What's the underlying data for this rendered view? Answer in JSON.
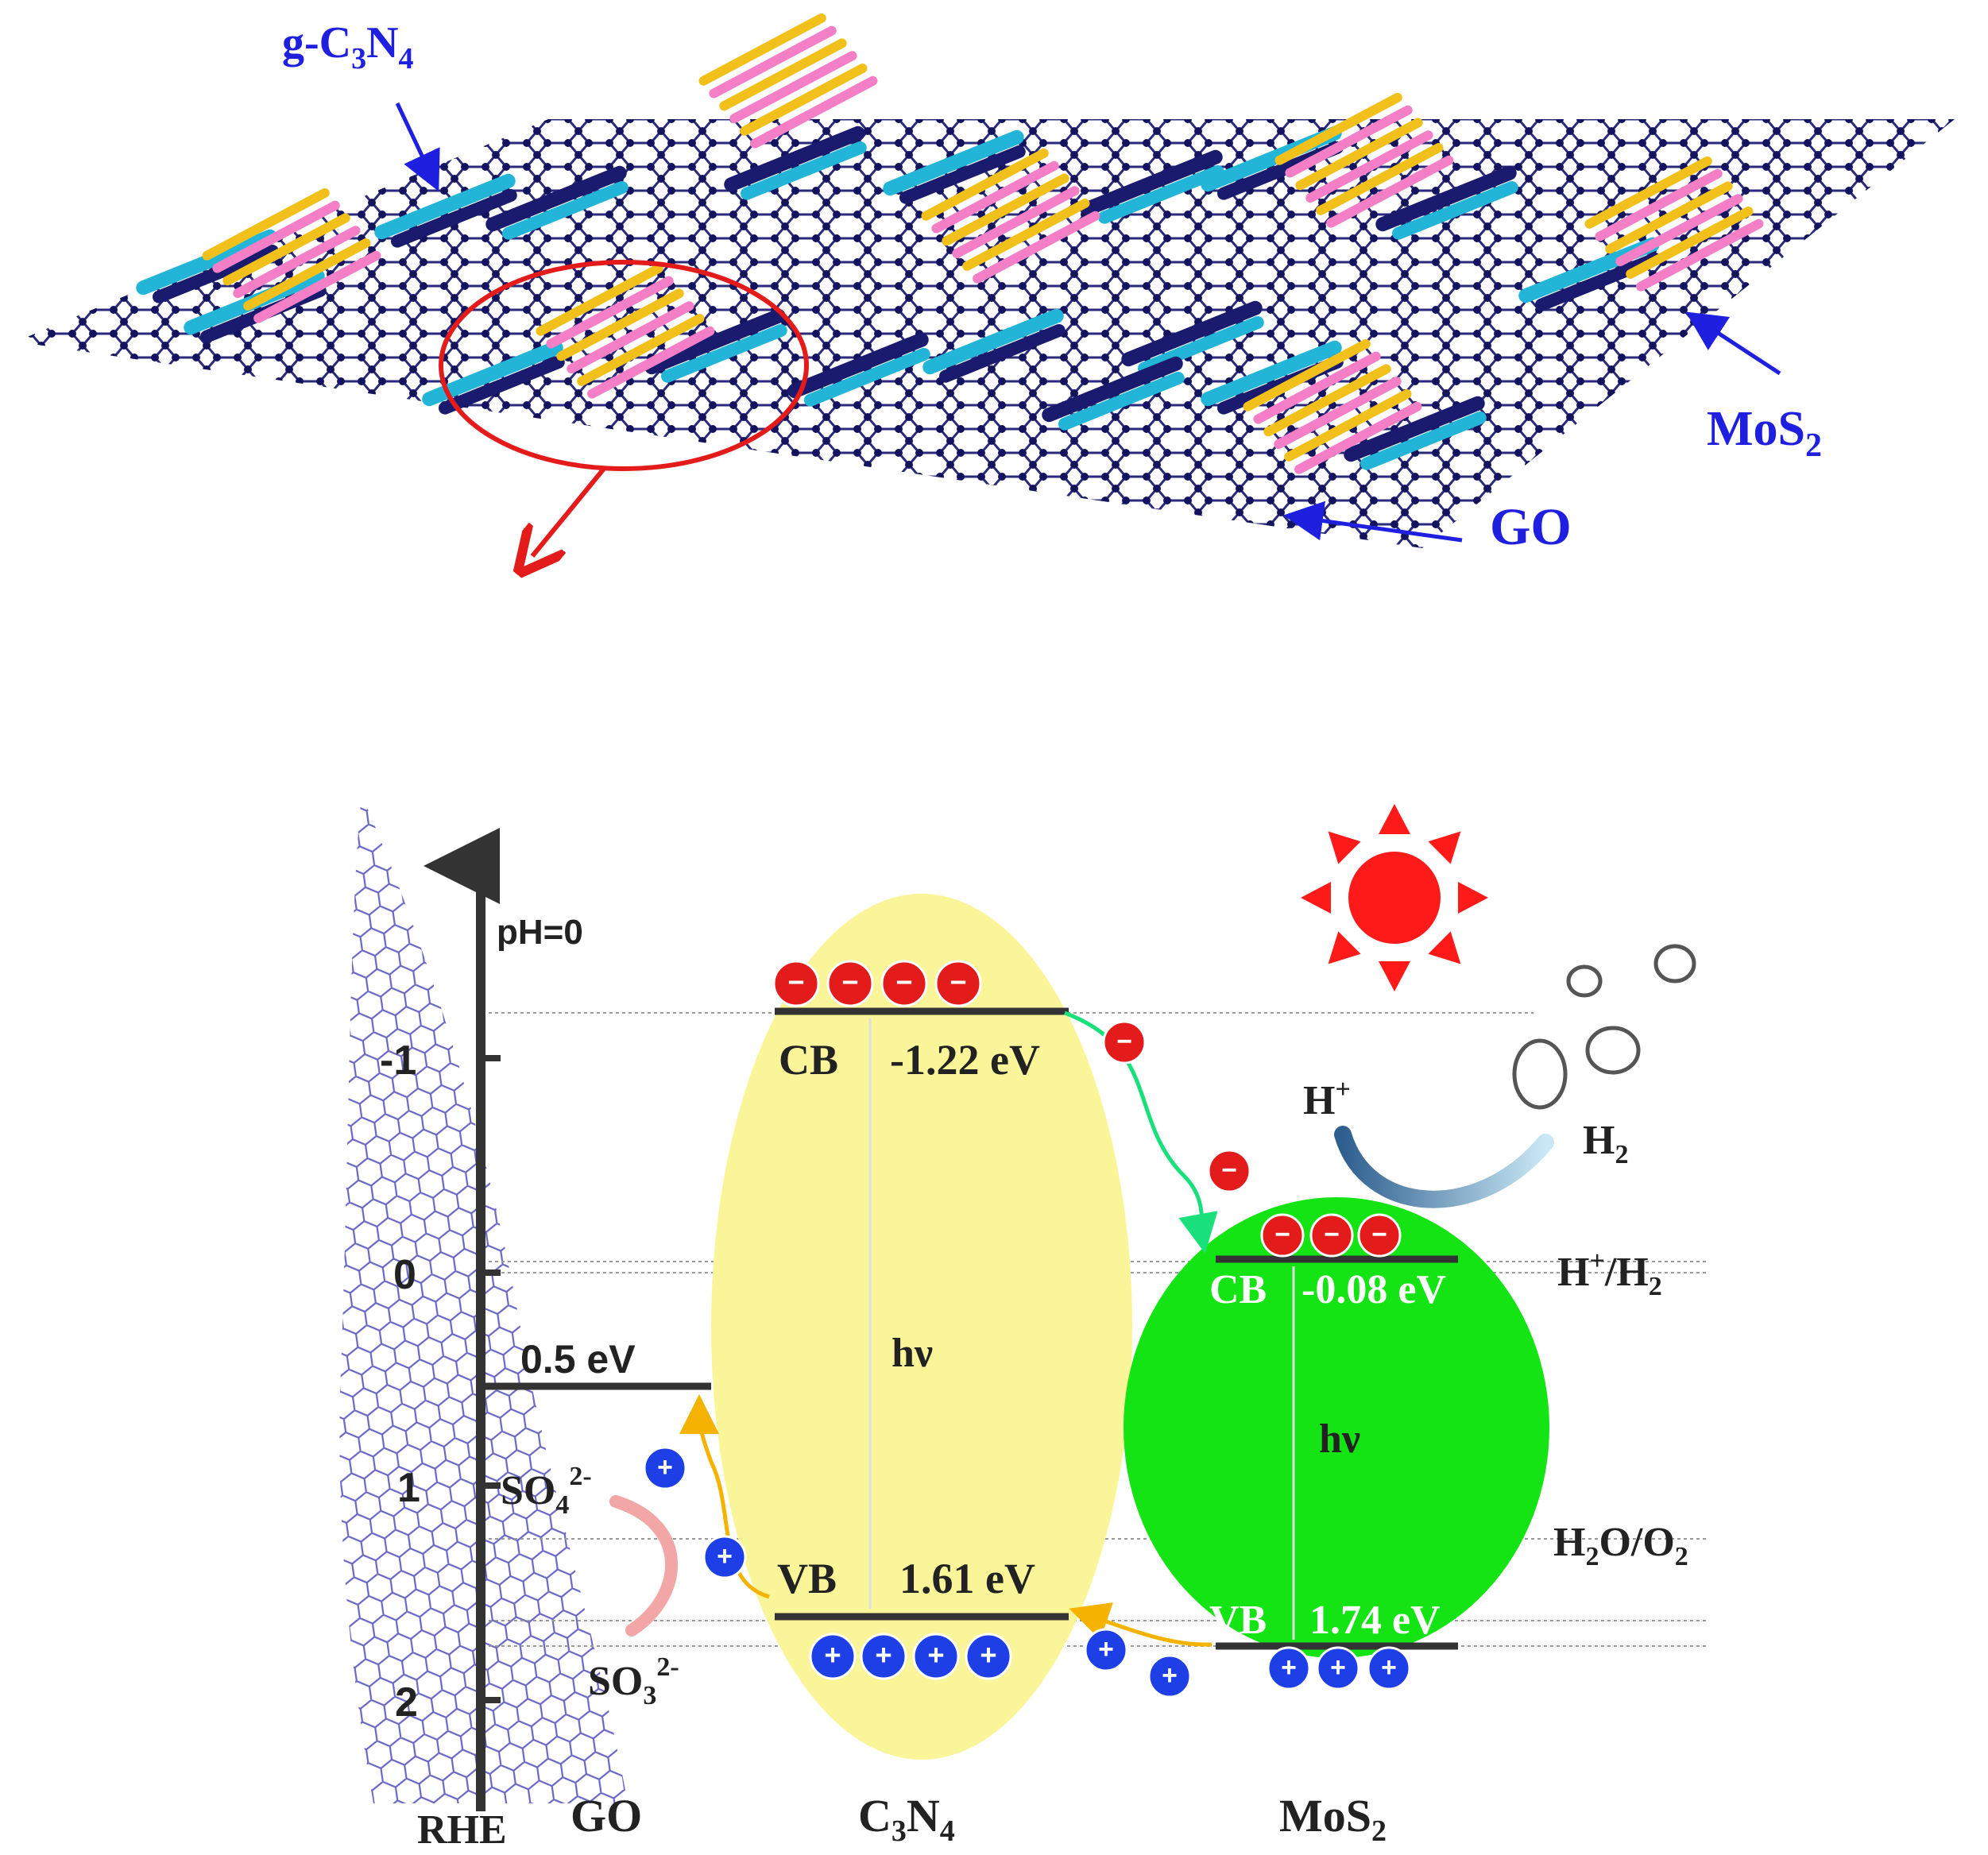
{
  "top_panel": {
    "labels": {
      "g_c3n4": {
        "base": "g-C",
        "sub1": "3",
        "mid": "N",
        "sub2": "4"
      },
      "mos2": {
        "base": "MoS",
        "sub": "2"
      },
      "go": "GO"
    }
  },
  "band_diagram": {
    "axis": {
      "title": "pH=0",
      "reference": "RHE",
      "ticks": [
        "-1",
        "0",
        "1",
        "2"
      ]
    },
    "go": {
      "label": "GO",
      "level": "0.5 eV"
    },
    "c3n4": {
      "label": {
        "base": "C",
        "sub1": "3",
        "mid": "N",
        "sub2": "4"
      },
      "cb_label": "CB",
      "cb_value": "-1.22 eV",
      "vb_label": "VB",
      "vb_value": "1.61 eV",
      "excitation": "hν"
    },
    "mos2": {
      "label": {
        "base": "MoS",
        "sub": "2"
      },
      "cb_label": "CB",
      "cb_value": "-0.08 eV",
      "vb_label": "VB",
      "vb_value": "1.74 eV",
      "excitation": "hν"
    },
    "redox": {
      "h_plus": {
        "base": "H",
        "sup": "+"
      },
      "h2": {
        "base": "H",
        "sub": "2"
      },
      "h_h2": {
        "base": "H",
        "sup": "+",
        "slash": "/H",
        "sub": "2"
      },
      "h2o_o2": {
        "p1": "H",
        "s1": "2",
        "p2": "O/O",
        "s2": "2"
      }
    },
    "sacrificial": {
      "so4": {
        "base": "SO",
        "sub": "4",
        "sup": "2-"
      },
      "so3": {
        "base": "SO",
        "sub": "3",
        "sup": "2-"
      }
    },
    "charges": {
      "electron_symbol": "−",
      "hole_symbol": "+"
    },
    "colors": {
      "c3n4_fill": "#fbf59a",
      "mos2_fill": "#14e314",
      "electron": "#e41b1b",
      "hole": "#1f3fe6",
      "graphene": "#6a67c4",
      "sun": "#ff1a1a",
      "electron_transfer_arrow": "#19e07a",
      "hole_transfer_arrow": "#f5b300",
      "label_blue": "#1f1fe0"
    }
  }
}
